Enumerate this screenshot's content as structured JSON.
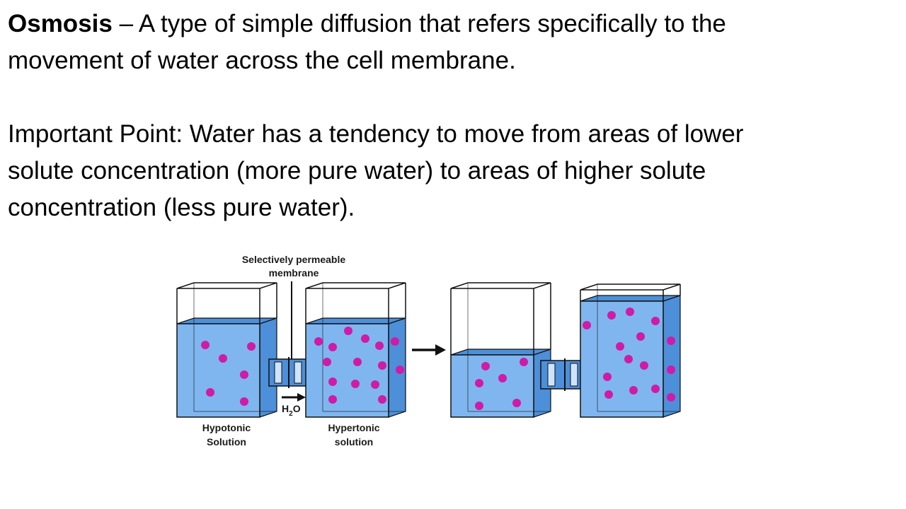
{
  "definition": {
    "term": "Osmosis",
    "text_line1": " – A type of simple diffusion that refers specifically to the",
    "text_line2": "movement of water across the cell membrane."
  },
  "important_point": {
    "line1": "Important Point:  Water has a tendency to move from areas  of lower",
    "line2": "solute concentration (more pure water) to areas of higher solute",
    "line3": "concentration (less pure water)."
  },
  "diagram": {
    "membrane_label_line1": "Selectively permeable",
    "membrane_label_line2": "membrane",
    "water_label": "H",
    "water_subscript": "2",
    "water_label_end": "O",
    "hypotonic_line1": "Hypotonic",
    "hypotonic_line2": "Solution",
    "hypertonic_line1": "Hypertonic",
    "hypertonic_line2": "solution",
    "colors": {
      "water": "#5b9be0",
      "water_front": "#7fb6ef",
      "solute": "#d01aa8",
      "outline": "#111111"
    }
  }
}
